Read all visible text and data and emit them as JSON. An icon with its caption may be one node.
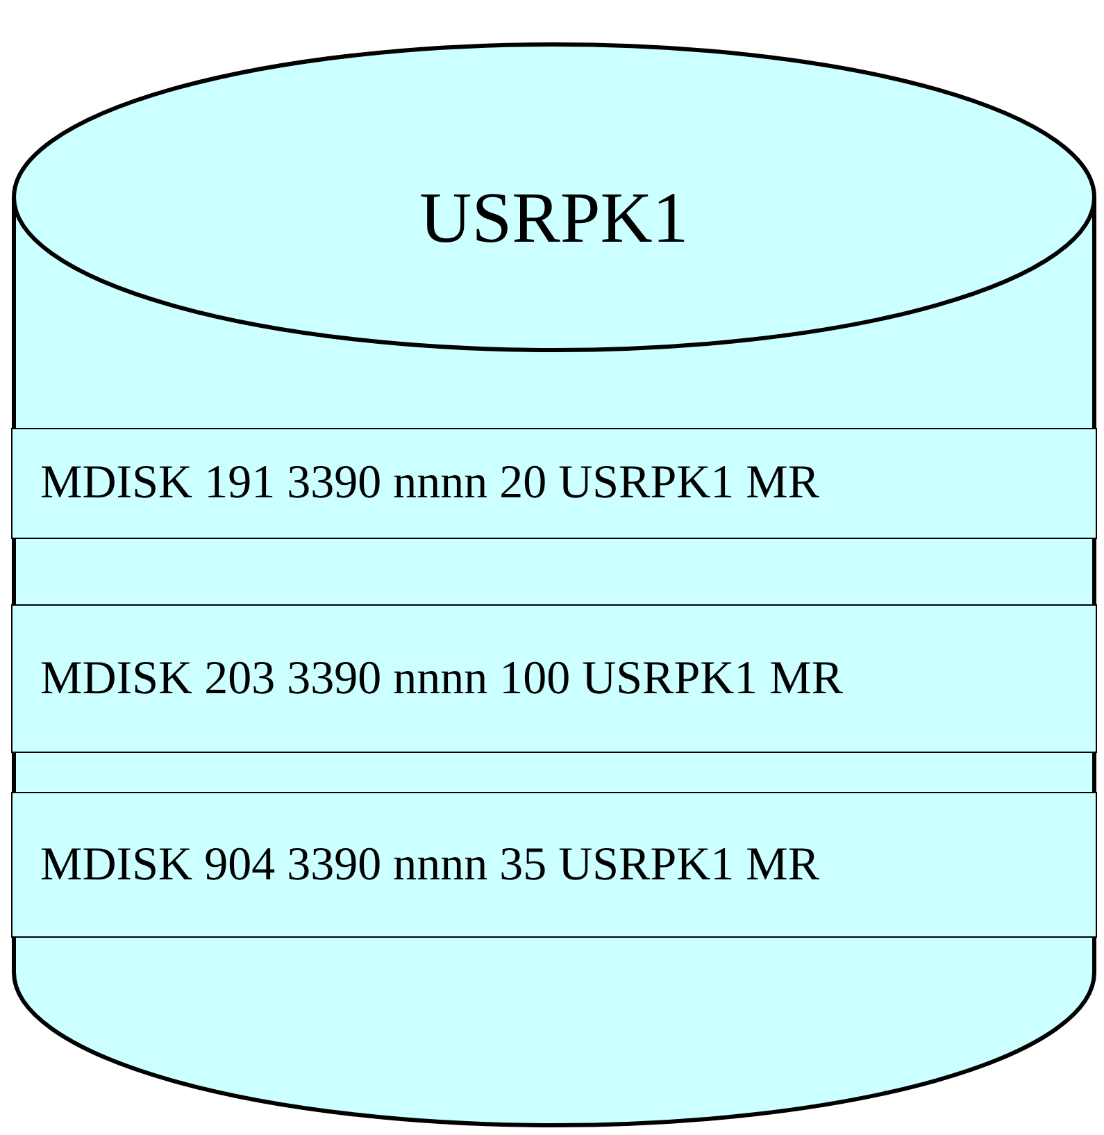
{
  "diagram": {
    "nodes": [
      {
        "text": [
          "USRPK1"
        ]
      },
      {
        "text": [
          "MDISK 191 3390 nnnn 20 USRPK1 MR"
        ],
        "in": 0
      },
      {
        "text": [
          "MDISK 203 3390 nnnn 100 USRPK1 MR"
        ],
        "in": 0
      },
      {
        "text": [
          "MDISK 904 3390 nnnn 35 USRPK1 MR"
        ],
        "in": 0
      }
    ]
  }
}
